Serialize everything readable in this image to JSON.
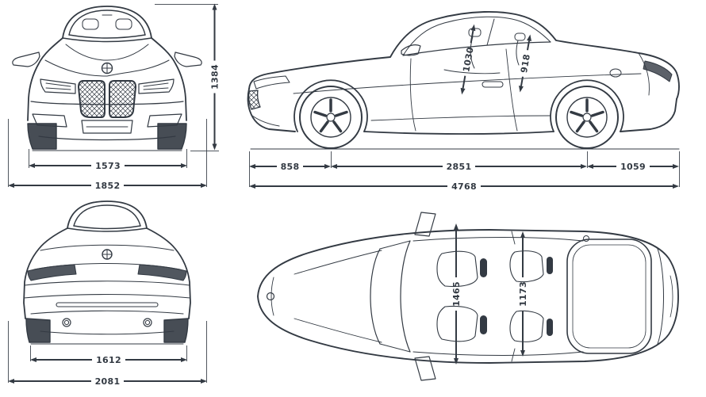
{
  "colors": {
    "ink": "#333a43",
    "background": "#ffffff"
  },
  "icons": {
    "dimension_arrowhead": "solid-triangle",
    "brand_roundel": "circle-with-cross"
  },
  "views": {
    "front": {
      "dims": {
        "inner_width": "1573",
        "overall_width": "1852",
        "height": "1384"
      }
    },
    "side": {
      "dims": {
        "front_headroom": "1030",
        "rear_headroom": "918",
        "front_overhang": "858",
        "wheelbase": "2851",
        "rear_overhang": "1059",
        "overall_length": "4768"
      }
    },
    "rear": {
      "dims": {
        "inner_width": "1612",
        "overall_width": "2081"
      }
    },
    "top": {
      "dims": {
        "front_interior_width": "1465",
        "rear_interior_width": "1173"
      }
    }
  }
}
